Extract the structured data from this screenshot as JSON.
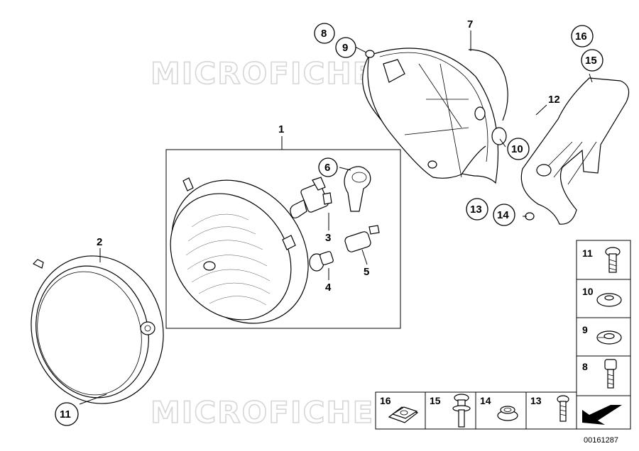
{
  "watermark": "MICROFICHE.NET",
  "diagram_code": "00161287",
  "callouts": [
    {
      "id": "c1",
      "label": "1",
      "circled": false
    },
    {
      "id": "c2",
      "label": "2",
      "circled": false
    },
    {
      "id": "c3",
      "label": "3",
      "circled": false
    },
    {
      "id": "c4",
      "label": "4",
      "circled": false
    },
    {
      "id": "c5",
      "label": "5",
      "circled": false
    },
    {
      "id": "c6",
      "label": "6",
      "circled": true
    },
    {
      "id": "c7",
      "label": "7",
      "circled": false
    },
    {
      "id": "c8",
      "label": "8",
      "circled": true
    },
    {
      "id": "c9",
      "label": "9",
      "circled": true
    },
    {
      "id": "c10",
      "label": "10",
      "circled": true
    },
    {
      "id": "c11",
      "label": "11",
      "circled": true
    },
    {
      "id": "c12",
      "label": "12",
      "circled": false
    },
    {
      "id": "c13",
      "label": "13",
      "circled": true
    },
    {
      "id": "c14",
      "label": "14",
      "circled": true
    },
    {
      "id": "c15",
      "label": "15",
      "circled": true
    },
    {
      "id": "c16",
      "label": "16",
      "circled": true
    }
  ],
  "legend": {
    "right_column": [
      "11",
      "10",
      "9",
      "8"
    ],
    "bottom_row": [
      "16",
      "15",
      "14",
      "13"
    ]
  }
}
